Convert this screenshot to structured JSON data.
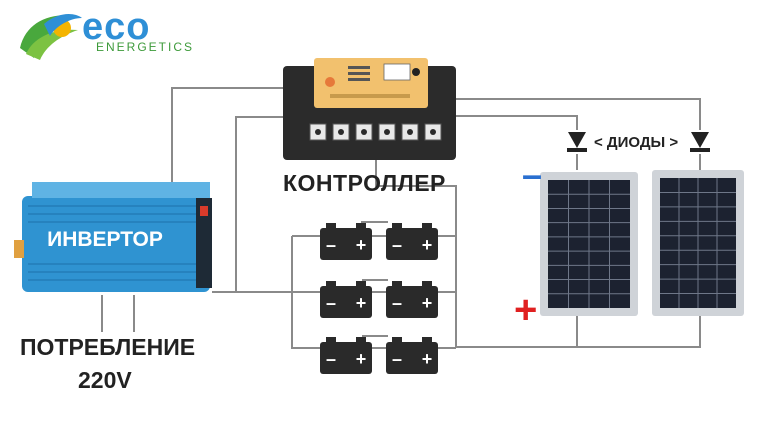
{
  "logo": {
    "brand": "eco",
    "subtitle": "ENERGETICS"
  },
  "labels": {
    "inverter": "ИНВЕРТОР",
    "controller": "КОНТРОЛЛЕР",
    "consumption_line1": "ПОТРЕБЛЕНИЕ",
    "consumption_line2": "220V",
    "diodes": "< ДИОДЫ >",
    "panel_negative": "–",
    "panel_positive": "+"
  },
  "battery": {
    "negative_sign": "–",
    "positive_sign": "+",
    "rows": 3,
    "per_row": 2
  },
  "colors": {
    "inverter_body": "#2f93d1",
    "panel_cell": "#1c2230",
    "battery_body": "#2a2a2a",
    "wire": "#8a8a8a",
    "logo_blue": "#2e8fd6",
    "logo_green": "#3d9a3a",
    "negative": "#2a6fd0",
    "positive": "#e02020"
  }
}
